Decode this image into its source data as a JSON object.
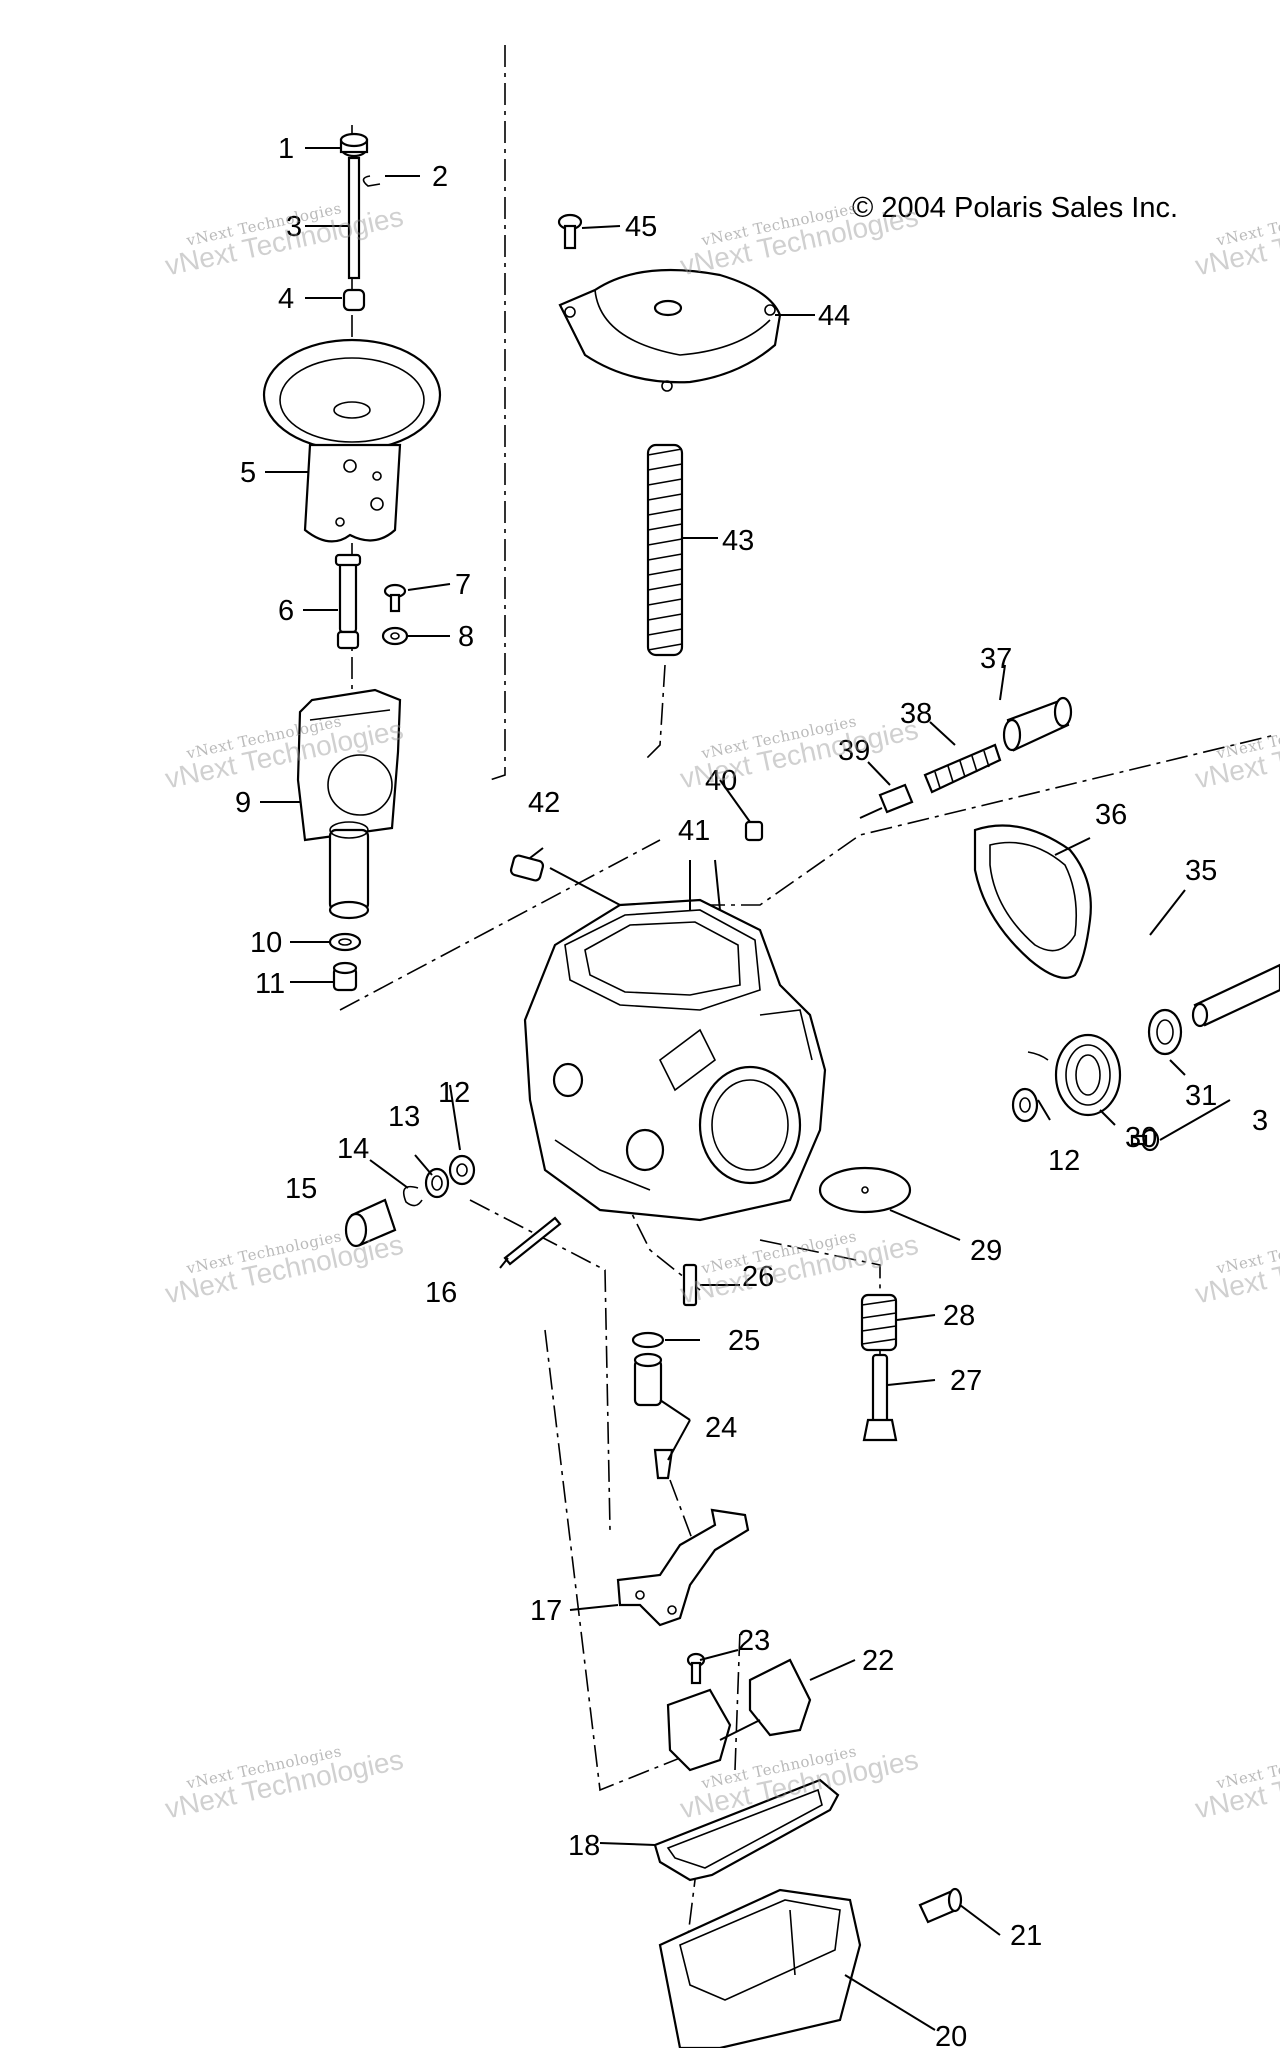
{
  "copyright": "© 2004 Polaris Sales Inc.",
  "watermark": {
    "line1": "vNext Technologies",
    "line2": "vNext Technologies"
  },
  "callouts": [
    "1",
    "2",
    "3",
    "4",
    "5",
    "6",
    "7",
    "8",
    "9",
    "10",
    "11",
    "12",
    "13",
    "14",
    "15",
    "16",
    "17",
    "18",
    "20",
    "21",
    "22",
    "23",
    "24",
    "25",
    "26",
    "27",
    "28",
    "29",
    "30",
    "31",
    "35",
    "36",
    "37",
    "38",
    "39",
    "40",
    "41",
    "42",
    "43",
    "44",
    "45",
    "12"
  ]
}
